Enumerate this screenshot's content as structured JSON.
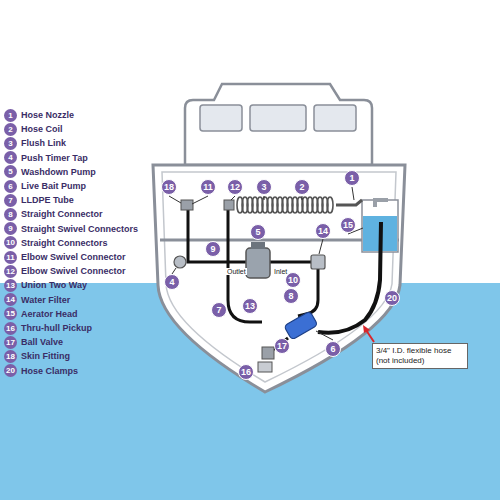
{
  "diagram": {
    "nodes": [
      {
        "text": [
          "1",
          "Hose Nozzle"
        ]
      },
      {
        "text": [
          "2",
          "Hose Coil"
        ]
      },
      {
        "text": [
          "3",
          "Flush Link"
        ]
      },
      {
        "text": [
          "4",
          "Push Timer Tap"
        ]
      },
      {
        "text": [
          "5",
          "Washdown Pump"
        ]
      },
      {
        "text": [
          "6",
          "Live Bait Pump"
        ]
      },
      {
        "text": [
          "7",
          "LLDPE Tube"
        ]
      },
      {
        "text": [
          "8",
          "Straight Connector"
        ]
      },
      {
        "text": [
          "9",
          "Straight Swivel Connectors"
        ]
      },
      {
        "text": [
          "10",
          "Straight Connectors"
        ]
      },
      {
        "text": [
          "11",
          "Elbow Swivel Connector"
        ]
      },
      {
        "text": [
          "12",
          "Elbow Swivel Connector"
        ]
      },
      {
        "text": [
          "13",
          "Union Two Way"
        ]
      },
      {
        "text": [
          "14",
          "Water Filter"
        ]
      },
      {
        "text": [
          "15",
          "Aerator Head"
        ]
      },
      {
        "text": [
          "16",
          "Thru-hull Pickup"
        ]
      },
      {
        "text": [
          "17",
          "Ball Valve"
        ]
      },
      {
        "text": [
          "18",
          "Skin Fitting"
        ]
      },
      {
        "text": [
          "20",
          "Hose Clamps"
        ]
      },
      {
        "text": [
          "1"
        ]
      },
      {
        "text": [
          "2"
        ]
      },
      {
        "text": [
          "3"
        ]
      },
      {
        "text": [
          "4"
        ]
      },
      {
        "text": [
          "5"
        ]
      },
      {
        "text": [
          "6"
        ]
      },
      {
        "text": [
          "7"
        ]
      },
      {
        "text": [
          "8"
        ]
      },
      {
        "text": [
          "9"
        ]
      },
      {
        "text": [
          "10"
        ]
      },
      {
        "text": [
          "11"
        ]
      },
      {
        "text": [
          "12"
        ]
      },
      {
        "text": [
          "13"
        ]
      },
      {
        "text": [
          "14"
        ]
      },
      {
        "text": [
          "15"
        ]
      },
      {
        "text": [
          "16"
        ]
      },
      {
        "text": [
          "17"
        ]
      },
      {
        "text": [
          "18"
        ]
      },
      {
        "text": [
          "20"
        ]
      }
    ],
    "labels": [
      "Outlet",
      "Inlet",
      "3/4\" I.D. flexible hose (not included)"
    ]
  }
}
